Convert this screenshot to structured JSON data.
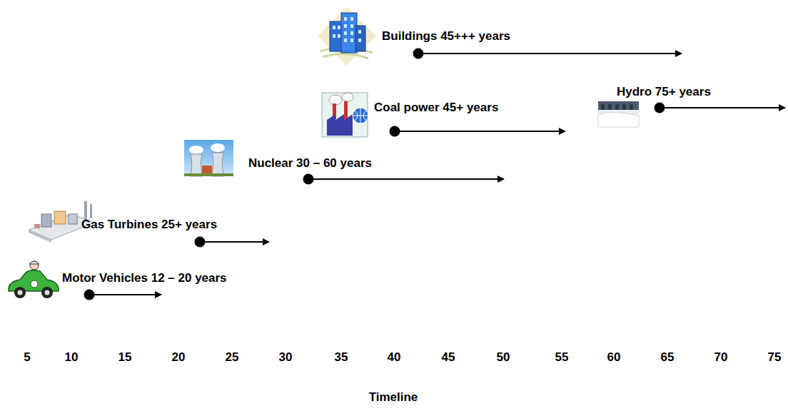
{
  "diagram": {
    "labels": [
      "Buildings 45+++ years",
      "Hydro 75+ years",
      "Coal power 45+ years",
      "Nuclear 30 – 60 years",
      "Gas Turbines 25+ years",
      "Motor Vehicles 12 – 20 years",
      "5",
      "10",
      "15",
      "20",
      "25",
      "30",
      "35",
      "40",
      "45",
      "50",
      "55",
      "60",
      "65",
      "70",
      "75",
      "Timeline"
    ]
  }
}
